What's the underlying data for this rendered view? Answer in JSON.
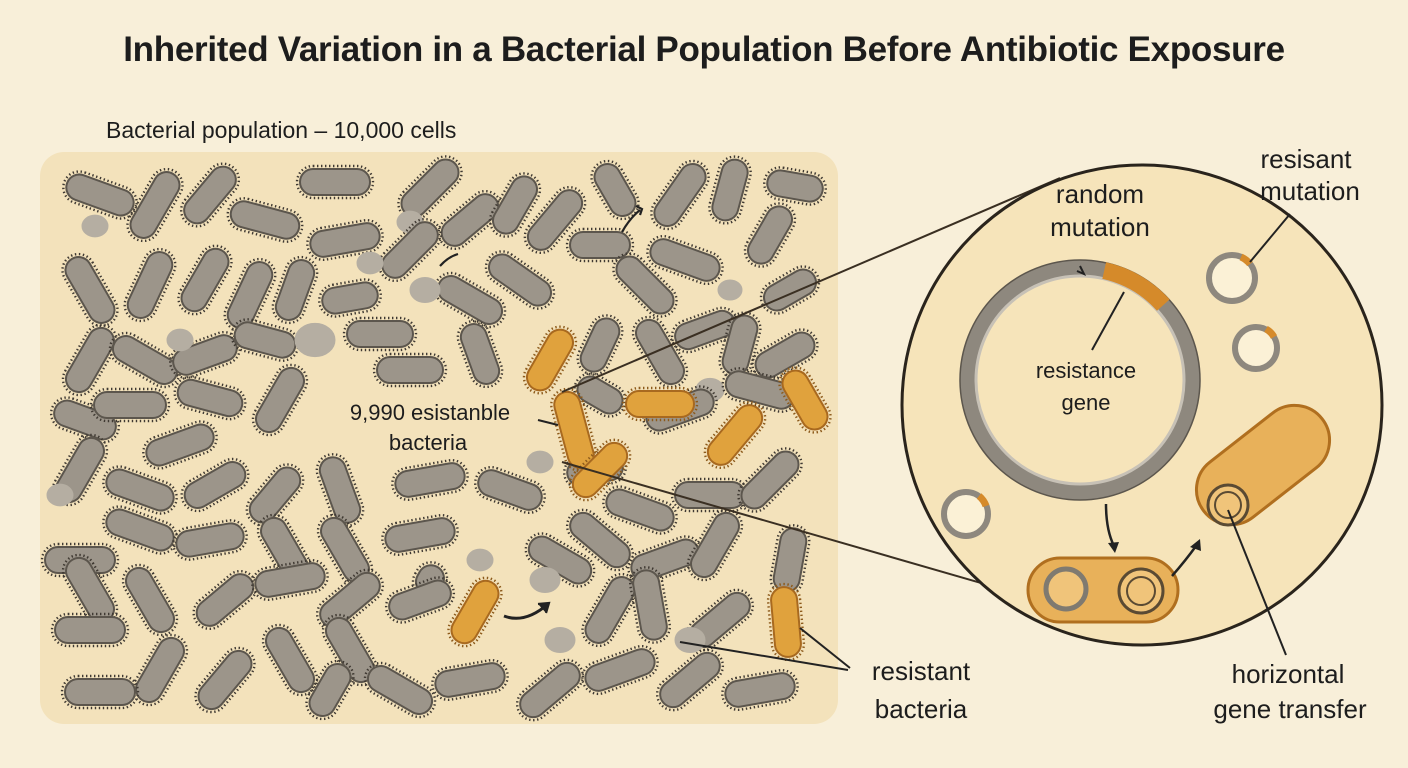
{
  "title": "Inherited Variation in a Bacterial Population Before Antibiotic Exposure",
  "population_label": "Bacterial population – 10,000 cells",
  "labels": {
    "susceptible_line1": "9,990 esistanble",
    "susceptible_line2": "bacteria",
    "resistant_line1": "resistant",
    "resistant_line2": "bacteria",
    "random_mutation_line1": "random",
    "random_mutation_line2": "mutation",
    "resistance_gene_line1": "resistance",
    "resistance_gene_line2": "gene",
    "resistant_mutation_line1": "resisant",
    "resistant_mutation_line2": "mutation",
    "hgt_line1": "horizontal",
    "hgt_line2": "gene transfer"
  },
  "colors": {
    "background": "#f8efd9",
    "population_panel": "#f3e2bb",
    "susceptible_cell": "#9c958a",
    "resistant_cell": "#e0a23d",
    "zoom_circle": "#f6e4ba",
    "chromosome": "#9a948a",
    "resistance_gene": "#d58a2a"
  }
}
